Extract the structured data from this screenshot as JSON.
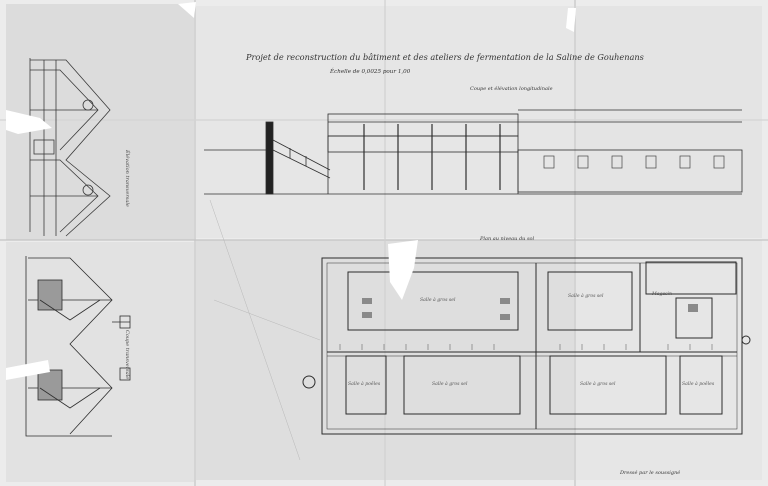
{
  "sheet": {
    "title": "Projet de reconstruction du bâtiment et des ateliers de fermentation de la Saline de Gouhenans",
    "scale": "Échelle de 0,0025 pour 1,00",
    "label_longitudinal": "Coupe et élévation longitudinale",
    "label_plan": "Plan au niveau du sol",
    "label_cross_section_top": "Élévation transversale",
    "label_cross_section_bottom": "Coupe transversale",
    "signature": "Dressé par le soussigné",
    "rooms_upper": [
      "Salle à gros sel",
      "Salle à gros sel",
      "Magasin"
    ],
    "rooms_lower": [
      "Salle à poêles",
      "Salle à gros sel",
      "Salle à gros sel",
      "Salle à poêles"
    ],
    "colors": {
      "paper": "#e9e9e9",
      "ink": "#333333",
      "fold": "#ffffff"
    }
  }
}
